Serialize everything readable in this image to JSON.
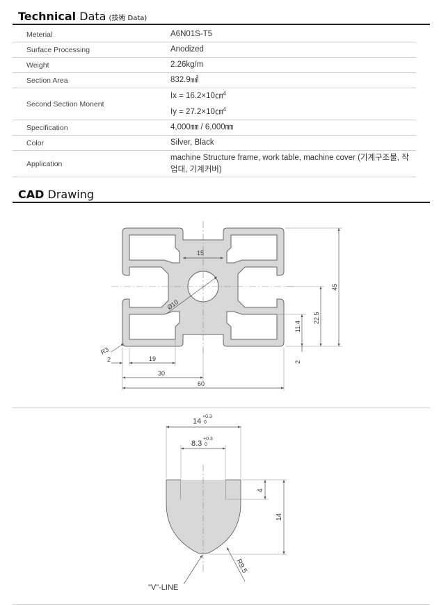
{
  "technical": {
    "title": "Technical",
    "title_rest": " Data",
    "subtitle": "(技術 Data)"
  },
  "specs": {
    "material": {
      "label": "Meterial",
      "value": "A6N01S-T5"
    },
    "surface": {
      "label": "Surface Processing",
      "value": "Anodized"
    },
    "weight": {
      "label": "Weight",
      "value": "2.26kg/m"
    },
    "area": {
      "label": "Section Area",
      "value": "832.9㎟"
    },
    "moment": {
      "label": "Second Section Monent",
      "ix": "Ix = 16.2×10㎝",
      "ix_exp": "4",
      "iy": "Iy = 27.2×10㎝",
      "iy_exp": "4"
    },
    "specification": {
      "label": "Specification",
      "value": "4,000㎜ / 6,000㎜"
    },
    "color": {
      "label": "Color",
      "value": "Silver, Black"
    },
    "application": {
      "label": "Application",
      "value": "machine Structure frame, work table, machine cover (기계구조물, 작업대, 기계커버)"
    }
  },
  "cad": {
    "title": "CAD",
    "title_rest": " Drawing"
  },
  "profile_dims": {
    "d15": "15",
    "d10": "Ø10",
    "d45": "45",
    "d225": "22.5",
    "d114": "11.4",
    "d2r": "2",
    "r3": "R3",
    "d2": "2",
    "d19": "19",
    "d30": "30",
    "d60": "60"
  },
  "slot_dims": {
    "d14": "14",
    "d14_tol": "+0.3",
    "d14_tol_low": "0",
    "d83": "8.3",
    "d83_tol": "+0.3",
    "d83_tol_low": "0",
    "d4": "4",
    "d14v": "14",
    "r95": "R9.5",
    "vline": "\"V\"-LINE"
  },
  "colors": {
    "profile_fill": "#d8d8d8",
    "profile_stroke": "#666666",
    "dim_line": "#555555",
    "header_rule": "#222222"
  }
}
